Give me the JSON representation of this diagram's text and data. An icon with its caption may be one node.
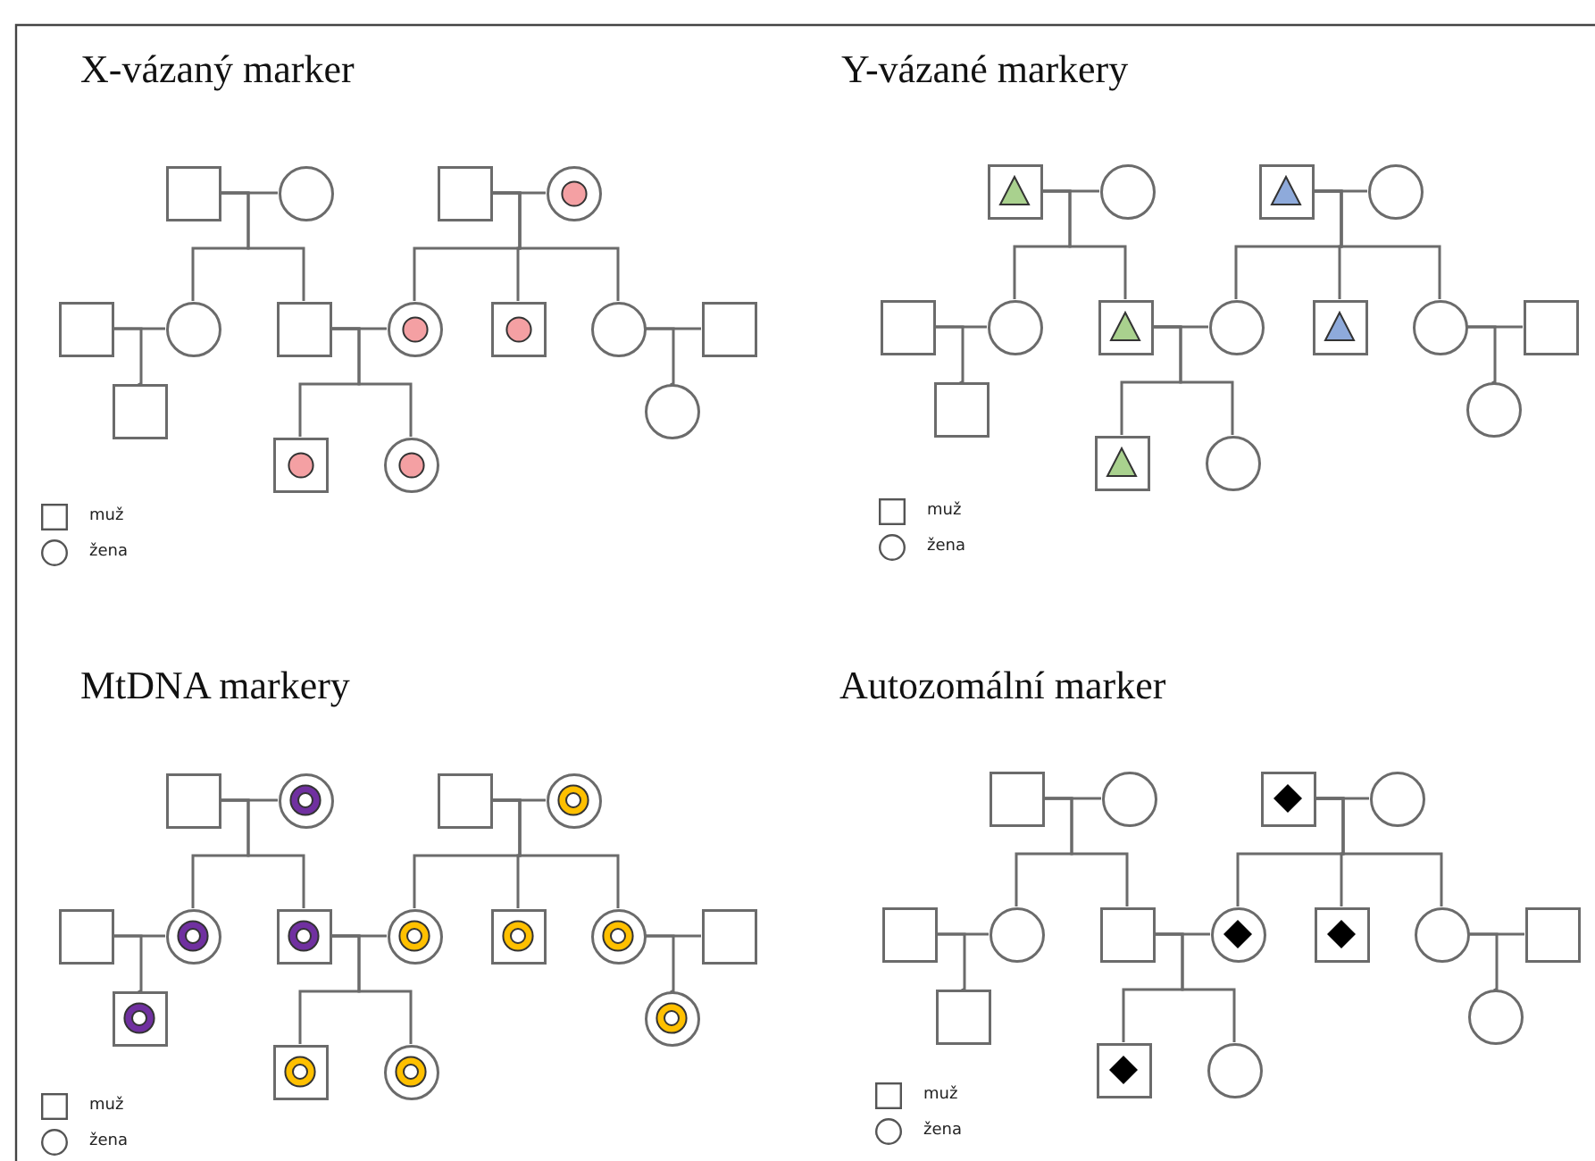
{
  "diagram": {
    "nodes": [
      {
        "text": [],
        "shape": "box"
      },
      {
        "text": [],
        "shape": "circle"
      },
      {
        "text": [],
        "shape": "box"
      },
      {
        "text": [],
        "shape": "circle"
      },
      {
        "text": [],
        "shape": "circle",
        "in": 3
      },
      {
        "text": [],
        "shape": "box"
      },
      {
        "text": [],
        "shape": "circle"
      },
      {
        "text": [],
        "shape": "box"
      },
      {
        "text": [],
        "shape": "circle"
      },
      {
        "text": [],
        "shape": "circle",
        "in": 8
      },
      {
        "text": [],
        "shape": "box"
      },
      {
        "text": [],
        "shape": "circle",
        "in": 10
      },
      {
        "text": [],
        "shape": "circle"
      },
      {
        "text": [],
        "shape": "box"
      },
      {
        "text": [],
        "shape": "box"
      },
      {
        "text": [],
        "shape": "box"
      },
      {
        "text": [],
        "shape": "circle",
        "in": 15
      },
      {
        "text": [],
        "shape": "circle"
      },
      {
        "text": [],
        "shape": "circle",
        "in": 17
      },
      {
        "text": [],
        "shape": "circle"
      },
      {
        "text": [],
        "shape": "box"
      },
      {
        "text": [],
        "shape": "triangle",
        "in": 20
      },
      {
        "text": [],
        "shape": "circle"
      },
      {
        "text": [],
        "shape": "box"
      },
      {
        "text": [],
        "shape": "triangle",
        "in": 23
      },
      {
        "text": [],
        "shape": "circle"
      },
      {
        "text": [],
        "shape": "box"
      },
      {
        "text": [],
        "shape": "circle"
      },
      {
        "text": [],
        "shape": "box"
      },
      {
        "text": [],
        "shape": "triangle",
        "in": 28
      },
      {
        "text": [],
        "shape": "circle"
      },
      {
        "text": [],
        "shape": "box"
      },
      {
        "text": [],
        "shape": "triangle",
        "in": 31
      },
      {
        "text": [],
        "shape": "circle"
      },
      {
        "text": [],
        "shape": "box"
      },
      {
        "text": [],
        "shape": "box"
      },
      {
        "text": [],
        "shape": "box"
      },
      {
        "text": [],
        "shape": "triangle",
        "in": 36
      },
      {
        "text": [],
        "shape": "circle"
      },
      {
        "text": [],
        "shape": "circle"
      },
      {
        "text": [],
        "shape": "box"
      },
      {
        "text": [],
        "shape": "circle"
      },
      {
        "text": [],
        "shape": "ring",
        "in": 41
      },
      {
        "text": [],
        "shape": "box"
      },
      {
        "text": [],
        "shape": "circle"
      },
      {
        "text": [],
        "shape": "ring",
        "in": 44
      },
      {
        "text": [],
        "shape": "box"
      },
      {
        "text": [],
        "shape": "circle"
      },
      {
        "text": [],
        "shape": "ring",
        "in": 47
      },
      {
        "text": [],
        "shape": "box"
      },
      {
        "text": [],
        "shape": "ring",
        "in": 49
      },
      {
        "text": [],
        "shape": "circle"
      },
      {
        "text": [],
        "shape": "ring",
        "in": 51
      },
      {
        "text": [],
        "shape": "box"
      },
      {
        "text": [],
        "shape": "ring",
        "in": 53
      },
      {
        "text": [],
        "shape": "circle"
      },
      {
        "text": [],
        "shape": "ring",
        "in": 55
      },
      {
        "text": [],
        "shape": "box"
      },
      {
        "text": [],
        "shape": "box"
      },
      {
        "text": [],
        "shape": "ring",
        "in": 58
      },
      {
        "text": [],
        "shape": "box"
      },
      {
        "text": [],
        "shape": "ring",
        "in": 60
      },
      {
        "text": [],
        "shape": "circle"
      },
      {
        "text": [],
        "shape": "ring",
        "in": 62
      },
      {
        "text": [],
        "shape": "circle"
      },
      {
        "text": [],
        "shape": "ring",
        "in": 64
      },
      {
        "text": [],
        "shape": "box"
      },
      {
        "text": [],
        "shape": "circle"
      },
      {
        "text": [],
        "shape": "box"
      },
      {
        "text": [],
        "shape": "diamond",
        "in": 68
      },
      {
        "text": [],
        "shape": "circle"
      },
      {
        "text": [],
        "shape": "box"
      },
      {
        "text": [],
        "shape": "circle"
      },
      {
        "text": [],
        "shape": "box"
      },
      {
        "text": [],
        "shape": "circle"
      },
      {
        "text": [],
        "shape": "diamond",
        "in": 74
      },
      {
        "text": [],
        "shape": "box"
      },
      {
        "text": [],
        "shape": "diamond",
        "in": 76
      },
      {
        "text": [],
        "shape": "circle"
      },
      {
        "text": [],
        "shape": "box"
      },
      {
        "text": [],
        "shape": "box"
      },
      {
        "text": [],
        "shape": "box"
      },
      {
        "text": [],
        "shape": "diamond",
        "in": 81
      },
      {
        "text": [],
        "shape": "circle"
      },
      {
        "text": [],
        "shape": "circle"
      }
    ],
    "edges": [
      {
        "from": 0,
        "to": 1,
        "arrow": "none"
      },
      {
        "from": 2,
        "to": 3,
        "arrow": "none"
      },
      {
        "from": 5,
        "to": 6,
        "arrow": "none"
      },
      {
        "from": 7,
        "to": 8,
        "arrow": "none"
      },
      {
        "from": 12,
        "to": 13,
        "arrow": "none"
      },
      {
        "from": 0,
        "to": 6,
        "arrow": "none"
      },
      {
        "from": 0,
        "to": 7,
        "arrow": "none"
      },
      {
        "from": 2,
        "to": 8,
        "arrow": "none"
      },
      {
        "from": 2,
        "to": 10,
        "arrow": "none"
      },
      {
        "from": 2,
        "to": 12,
        "arrow": "none"
      },
      {
        "from": 5,
        "to": 14,
        "arrow": "none"
      },
      {
        "from": 7,
        "to": 15,
        "arrow": "none"
      },
      {
        "from": 7,
        "to": 17,
        "arrow": "none"
      },
      {
        "from": 12,
        "to": 19,
        "arrow": "none"
      },
      {
        "from": 20,
        "to": 22,
        "arrow": "none"
      },
      {
        "from": 23,
        "to": 25,
        "arrow": "none"
      },
      {
        "from": 26,
        "to": 27,
        "arrow": "none"
      },
      {
        "from": 28,
        "to": 30,
        "arrow": "none"
      },
      {
        "from": 33,
        "to": 34,
        "arrow": "none"
      },
      {
        "from": 20,
        "to": 27,
        "arrow": "none"
      },
      {
        "from": 20,
        "to": 28,
        "arrow": "none"
      },
      {
        "from": 23,
        "to": 30,
        "arrow": "none"
      },
      {
        "from": 23,
        "to": 31,
        "arrow": "none"
      },
      {
        "from": 23,
        "to": 33,
        "arrow": "none"
      },
      {
        "from": 26,
        "to": 35,
        "arrow": "none"
      },
      {
        "from": 28,
        "to": 36,
        "arrow": "none"
      },
      {
        "from": 28,
        "to": 38,
        "arrow": "none"
      },
      {
        "from": 33,
        "to": 39,
        "arrow": "none"
      },
      {
        "from": 40,
        "to": 41,
        "arrow": "none"
      },
      {
        "from": 43,
        "to": 44,
        "arrow": "none"
      },
      {
        "from": 46,
        "to": 47,
        "arrow": "none"
      },
      {
        "from": 49,
        "to": 51,
        "arrow": "none"
      },
      {
        "from": 55,
        "to": 57,
        "arrow": "none"
      },
      {
        "from": 40,
        "to": 47,
        "arrow": "none"
      },
      {
        "from": 40,
        "to": 49,
        "arrow": "none"
      },
      {
        "from": 43,
        "to": 51,
        "arrow": "none"
      },
      {
        "from": 43,
        "to": 53,
        "arrow": "none"
      },
      {
        "from": 43,
        "to": 55,
        "arrow": "none"
      },
      {
        "from": 46,
        "to": 58,
        "arrow": "none"
      },
      {
        "from": 49,
        "to": 60,
        "arrow": "none"
      },
      {
        "from": 49,
        "to": 62,
        "arrow": "none"
      },
      {
        "from": 55,
        "to": 64,
        "arrow": "none"
      },
      {
        "from": 66,
        "to": 67,
        "arrow": "none"
      },
      {
        "from": 68,
        "to": 70,
        "arrow": "none"
      },
      {
        "from": 71,
        "to": 72,
        "arrow": "none"
      },
      {
        "from": 73,
        "to": 74,
        "arrow": "none"
      },
      {
        "from": 78,
        "to": 79,
        "arrow": "none"
      },
      {
        "from": 66,
        "to": 72,
        "arrow": "none"
      },
      {
        "from": 66,
        "to": 73,
        "arrow": "none"
      },
      {
        "from": 68,
        "to": 74,
        "arrow": "none"
      },
      {
        "from": 68,
        "to": 76,
        "arrow": "none"
      },
      {
        "from": 68,
        "to": 78,
        "arrow": "none"
      },
      {
        "from": 71,
        "to": 80,
        "arrow": "none"
      },
      {
        "from": 73,
        "to": 81,
        "arrow": "none"
      },
      {
        "from": 73,
        "to": 83,
        "arrow": "none"
      },
      {
        "from": 78,
        "to": 84,
        "arrow": "none"
      }
    ],
    "labels": [
      "X-vázaný marker",
      "Y-vázané markery",
      "MtDNA markery",
      "Autozomální marker"
    ],
    "legend": [
      {
        "text": "muž"
      },
      {
        "text": "žena"
      },
      {
        "text": "muž"
      },
      {
        "text": "žena"
      },
      {
        "text": "muž"
      },
      {
        "text": "žena"
      },
      {
        "text": "muž"
      },
      {
        "text": "žena"
      }
    ]
  }
}
